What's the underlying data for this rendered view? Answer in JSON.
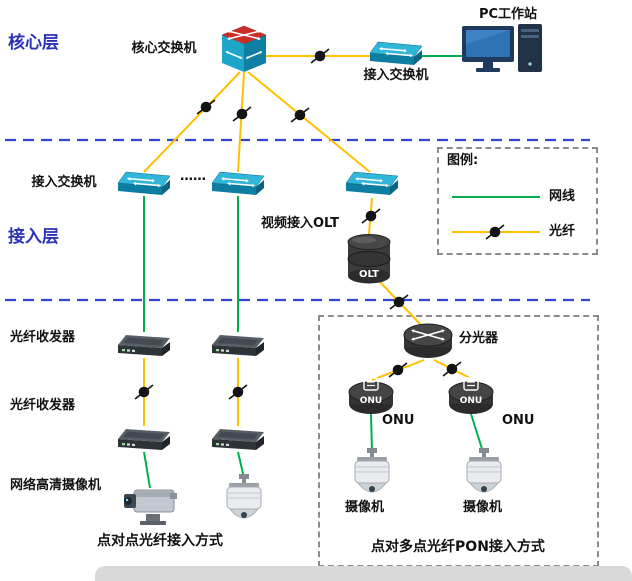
{
  "colors": {
    "fiber_line": "#FFC000",
    "ethernet_line": "#00B050",
    "layer_text": "#2B32B8",
    "divider": "#3346D3"
  },
  "layers": {
    "core": "核心层",
    "access": "接入层"
  },
  "nodes": {
    "core_switch": "核心交换机",
    "access_switch_top": "接入交换机",
    "pc_workstation": "PC工作站",
    "access_switch_left": "接入交换机",
    "ellipsis": "……",
    "video_olt": "视频接入OLT",
    "olt_badge": "OLT",
    "fiber_transceiver_row1": "光纤收发器",
    "fiber_transceiver_row2": "光纤收发器",
    "hd_camera": "网络高清摄像机",
    "splitter": "分光器",
    "onu_badge_left": "ONU",
    "onu_badge_right": "ONU",
    "onu_label_left": "ONU",
    "onu_label_right": "ONU",
    "camera_left": "摄像机",
    "camera_right": "摄像机"
  },
  "captions": {
    "p2p": "点对点光纤接入方式",
    "pon": "点对多点光纤PON接入方式"
  },
  "legend": {
    "title": "图例:",
    "ethernet": "网线",
    "fiber": "光纤"
  },
  "icons": {
    "core_switch": "multilayer-switch-icon",
    "access_switch": "switch-icon",
    "pc": "workstation-icon",
    "olt": "olt-chassis-icon",
    "splitter": "optical-splitter-icon",
    "onu": "onu-icon",
    "transceiver": "fiber-transceiver-icon",
    "box_camera": "box-camera-icon",
    "ptz_camera": "dome-camera-icon",
    "fiber_node": "fiber-connector-dot-icon"
  }
}
